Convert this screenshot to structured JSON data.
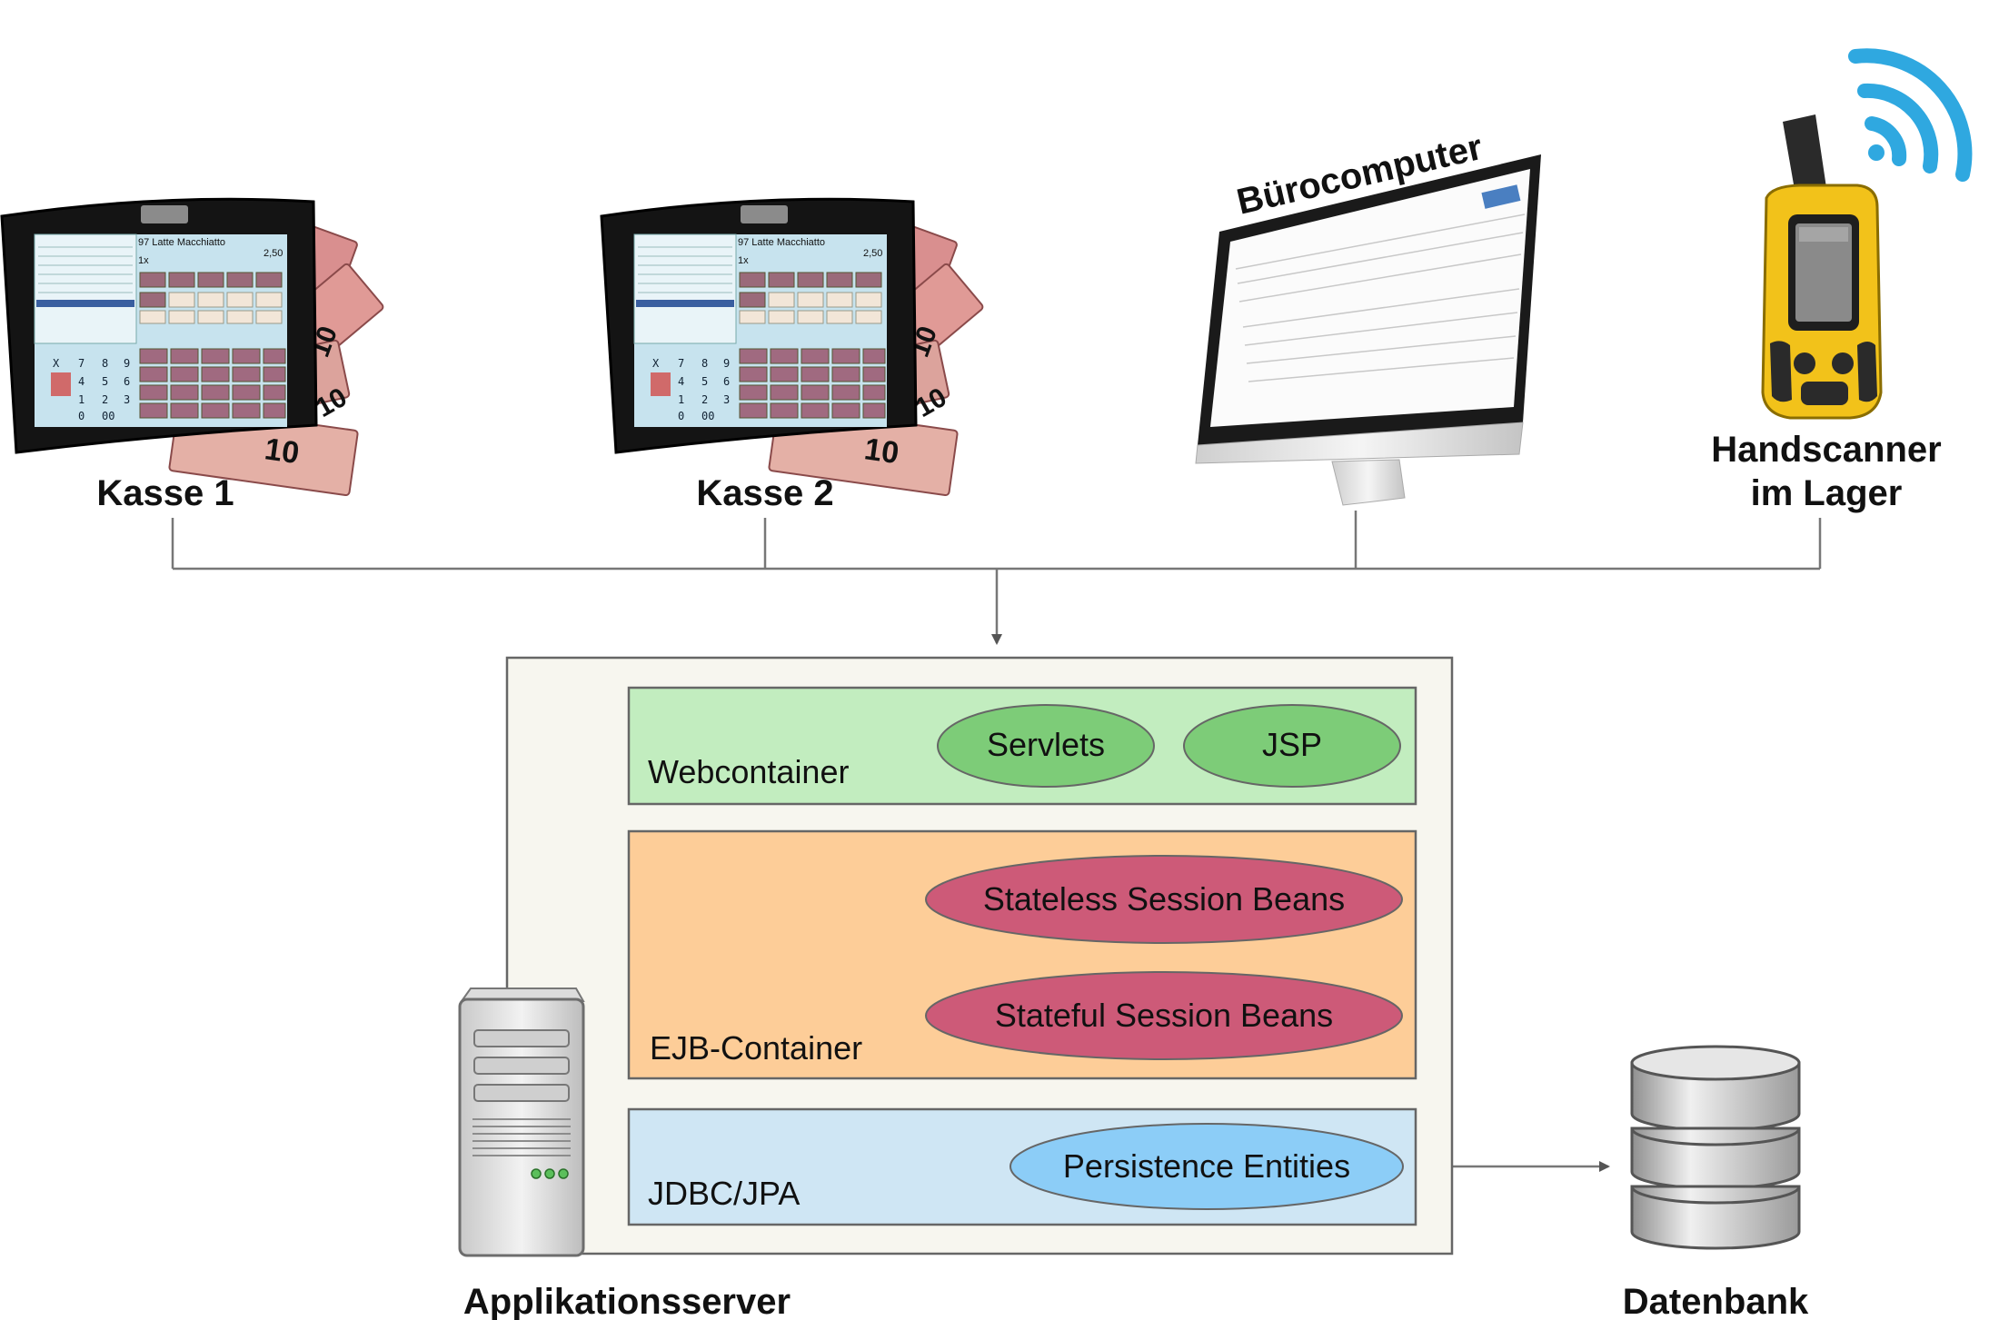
{
  "clients": {
    "kasse1": "Kasse 1",
    "kasse2": "Kasse 2",
    "buero": "Bürocomputer",
    "scanner_line1": "Handscanner",
    "scanner_line2": "im Lager"
  },
  "pos_screen": {
    "product": "97 Latte Macchiatto",
    "price": "2,50",
    "qty": "1x",
    "keys": [
      "X",
      "7",
      "8",
      "9",
      "4",
      "5",
      "6",
      "1",
      "2",
      "3",
      "0",
      "00"
    ]
  },
  "banknote_value": "10",
  "server": {
    "label": "Applikationsserver",
    "webcontainer": {
      "label": "Webcontainer",
      "items": [
        "Servlets",
        "JSP"
      ]
    },
    "ejb": {
      "label": "EJB-Container",
      "items": [
        "Stateless Session Beans",
        "Stateful Session Beans"
      ]
    },
    "jdbc": {
      "label": "JDBC/JPA",
      "items": [
        "Persistence Entities"
      ]
    }
  },
  "database": {
    "label": "Datenbank"
  },
  "icons": {
    "pos": "pos-terminal-icon",
    "monitor": "monitor-icon",
    "scanner": "handheld-scanner-icon",
    "wifi": "wifi-icon",
    "server": "server-tower-icon",
    "db": "database-icon"
  },
  "colors": {
    "server_bg": "#f7f6ef",
    "webcontainer": "#c2edbf",
    "webcontainer_item": "#7dcc78",
    "ejb": "#fdcd98",
    "ejb_item": "#cd5a78",
    "jdbc": "#cfe6f4",
    "jdbc_item": "#8ccdf7",
    "wifi": "#2fa8e0",
    "scanner_body": "#f2c21a"
  }
}
